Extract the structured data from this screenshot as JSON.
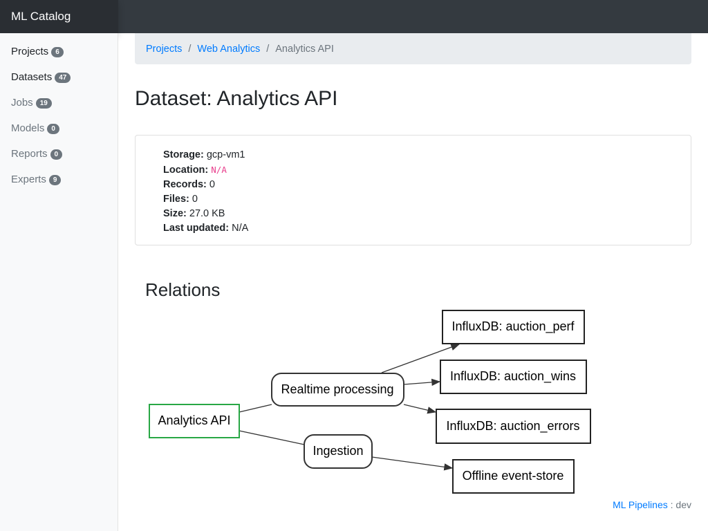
{
  "app": {
    "title": "ML Catalog"
  },
  "sidebar": {
    "items": [
      {
        "label": "Projects",
        "count": "6"
      },
      {
        "label": "Datasets",
        "count": "47"
      },
      {
        "label": "Jobs",
        "count": "19"
      },
      {
        "label": "Models",
        "count": "0"
      },
      {
        "label": "Reports",
        "count": "0"
      },
      {
        "label": "Experts",
        "count": "9"
      }
    ]
  },
  "breadcrumb": [
    "Projects",
    "Web Analytics",
    "Analytics API"
  ],
  "page_title": "Dataset: Analytics API",
  "details": [
    {
      "label": "Storage:",
      "value": "gcp-vm1"
    },
    {
      "label": "Location:",
      "value": "N/A"
    },
    {
      "label": "Records:",
      "value": "0"
    },
    {
      "label": "Files:",
      "value": "0"
    },
    {
      "label": "Size:",
      "value": "27.0 KB"
    },
    {
      "label": "Last updated:",
      "value": "N/A"
    }
  ],
  "relations": {
    "title": "Relations",
    "nodes": [
      "Analytics API",
      "Realtime processing",
      "Ingestion",
      "InfluxDB: auction_perf",
      "InfluxDB: auction_wins",
      "InfluxDB: auction_errors",
      "Offline event-store"
    ],
    "highlight_color": "#28a745"
  },
  "footer": {
    "link": "ML Pipelines",
    "sep": " : ",
    "env": "dev"
  }
}
